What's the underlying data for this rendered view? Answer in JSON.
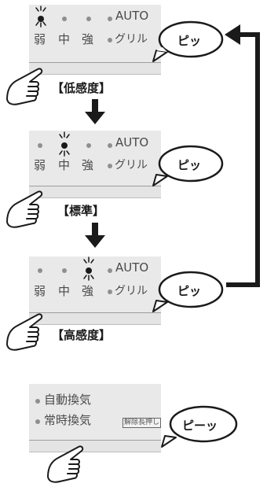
{
  "panels": [
    {
      "labels": {
        "weak": "弱",
        "mid": "中",
        "strong": "強",
        "auto": "AUTO",
        "grill": "グリル"
      },
      "active": "weak",
      "bubble": "ピッ",
      "step": "【低感度】"
    },
    {
      "labels": {
        "weak": "弱",
        "mid": "中",
        "strong": "強",
        "auto": "AUTO",
        "grill": "グリル"
      },
      "active": "mid",
      "bubble": "ピッ",
      "step": "【標準】"
    },
    {
      "labels": {
        "weak": "弱",
        "mid": "中",
        "strong": "強",
        "auto": "AUTO",
        "grill": "グリル"
      },
      "active": "strong",
      "bubble": "ピッ",
      "step": "【高感度】"
    }
  ],
  "vent_panel": {
    "auto_vent": "自動換気",
    "constant_vent": "常時換気",
    "long_press": "解除長押し",
    "bubble": "ピーッ"
  },
  "colors": {
    "panel_bg": "#e9e9e9",
    "ink": "#1a1a1a"
  }
}
